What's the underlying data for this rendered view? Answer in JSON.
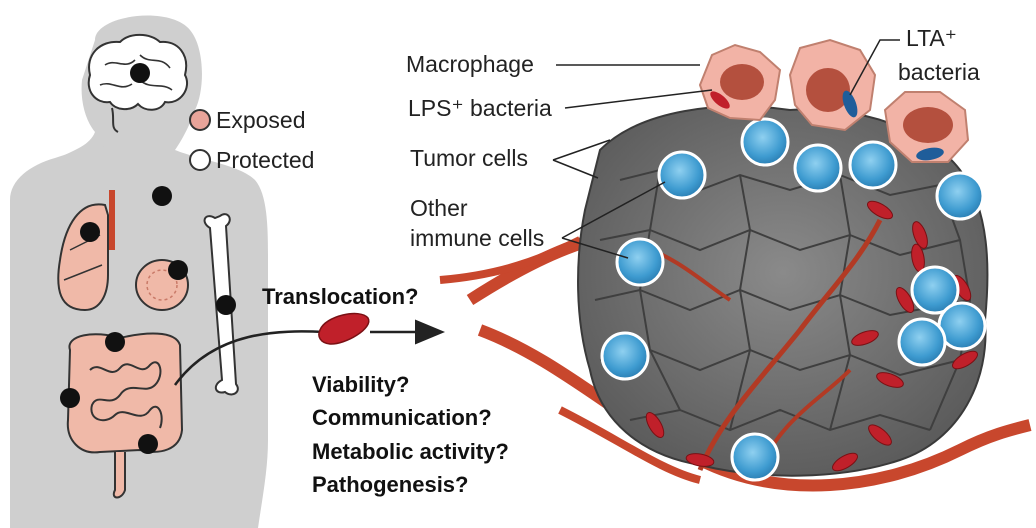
{
  "legend": {
    "exposed": "Exposed",
    "protected": "Protected",
    "exposed_color": "#e8a49a",
    "protected_color": "#ffffff"
  },
  "labels": {
    "macrophage": "Macrophage",
    "lps_bacteria": "LPS⁺ bacteria",
    "lta_line1": "LTA⁺",
    "lta_line2": "bacteria",
    "tumor_cells": "Tumor cells",
    "other_line1": "Other",
    "other_line2": "immune cells",
    "translocation": "Translocation?"
  },
  "questions": [
    "Viability?",
    "Communication?",
    "Metabolic activity?",
    "Pathogenesis?"
  ],
  "colors": {
    "body": "#cfcfcf",
    "tumor": "#6f6f6f",
    "vessel": "#c8472d",
    "bacteria": "#c0202a",
    "immune_cell": "#4aa3d4",
    "macrophage": "#f2b3a6"
  }
}
